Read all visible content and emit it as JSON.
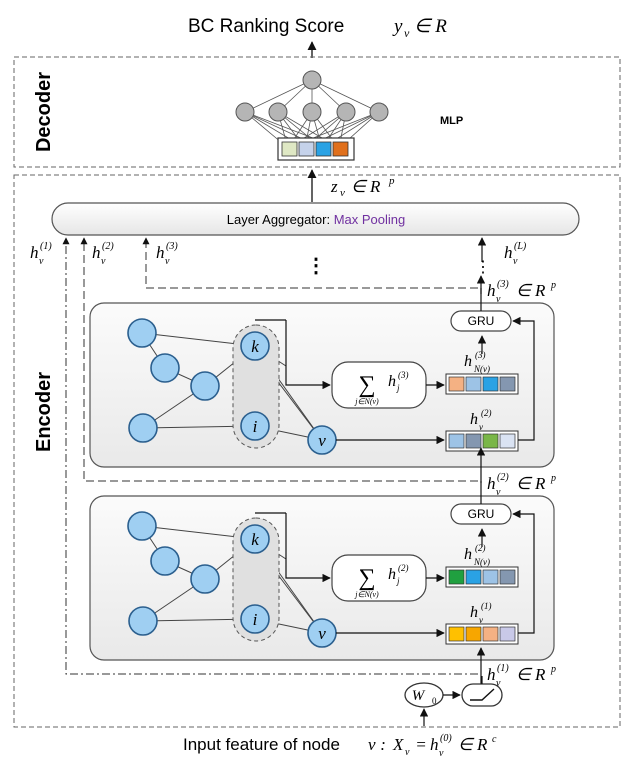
{
  "header": {
    "title": "BC Ranking Score",
    "title_math": "y",
    "title_sub": "v",
    "title_suffix": "∈ R"
  },
  "decoder": {
    "label": "Decoder",
    "mlp_label": "MLP",
    "embedding_colors": [
      "#dfe8c4",
      "#c5d2ea",
      "#2aa2e4",
      "#e0701c"
    ]
  },
  "encoder": {
    "label": "Encoder",
    "aggregator_text": "Layer Aggregator: ",
    "aggregator_method": "Max Pooling",
    "aggregator_method_color": "#7030a0",
    "z_label": "z",
    "z_sub": "v",
    "z_suffix": "∈ R",
    "z_sup": "p",
    "dots": "⋮",
    "side_labels": [
      {
        "base": "h",
        "sub": "v",
        "sup": "(1)"
      },
      {
        "base": "h",
        "sub": "v",
        "sup": "(2)"
      },
      {
        "base": "h",
        "sub": "v",
        "sup": "(3)"
      },
      {
        "base": "h",
        "sub": "v",
        "sup": "(L)"
      }
    ],
    "layers": [
      {
        "gru_label": "GRU",
        "out_base": "h",
        "out_sub": "v",
        "out_sup": "(3)",
        "out_suffix": "∈ R",
        "out_exp": "p",
        "neigh_base": "h",
        "neigh_sub": "N(v)",
        "neigh_sup": "(3)",
        "self_base": "h",
        "self_sub": "v",
        "self_sup": "(2)",
        "sum_symbol": "∑",
        "sum_term": "h",
        "sum_term_sub": "j",
        "sum_term_sup": "(3)",
        "sum_index": "j∈N(v)",
        "node_k": "k",
        "node_i": "i",
        "node_v": "v",
        "neigh_colors": [
          "#f4b183",
          "#9dc3e6",
          "#2aa2e4",
          "#8497b0"
        ],
        "self_colors": [
          "#9dc3e6",
          "#8497b0",
          "#7ab648",
          "#dae3f3"
        ]
      },
      {
        "gru_label": "GRU",
        "out_base": "h",
        "out_sub": "v",
        "out_sup": "(2)",
        "out_suffix": "∈ R",
        "out_exp": "p",
        "neigh_base": "h",
        "neigh_sub": "N(v)",
        "neigh_sup": "(2)",
        "self_base": "h",
        "self_sub": "v",
        "self_sup": "(1)",
        "sum_symbol": "∑",
        "sum_term": "h",
        "sum_term_sub": "j",
        "sum_term_sup": "(2)",
        "sum_index": "j∈N(v)",
        "node_k": "k",
        "node_i": "i",
        "node_v": "v",
        "neigh_colors": [
          "#20a040",
          "#2aa2e4",
          "#9dc3e6",
          "#8497b0"
        ],
        "self_colors": [
          "#ffc000",
          "#f7a600",
          "#f4b183",
          "#c9c9e8"
        ]
      }
    ],
    "input_out": {
      "base": "h",
      "sub": "v",
      "sup": "(1)",
      "suffix": "∈ R",
      "exp": "p"
    },
    "w0_label": "W",
    "w0_sub": "0"
  },
  "footer": {
    "prefix": "Input feature of node",
    "node": "v",
    "colon": " : ",
    "x": "X",
    "x_sub": "v",
    "eq": " = ",
    "h": "h",
    "h_sub": "v",
    "h_sup": "(0)",
    "suffix": "∈ R",
    "exp": "c"
  }
}
